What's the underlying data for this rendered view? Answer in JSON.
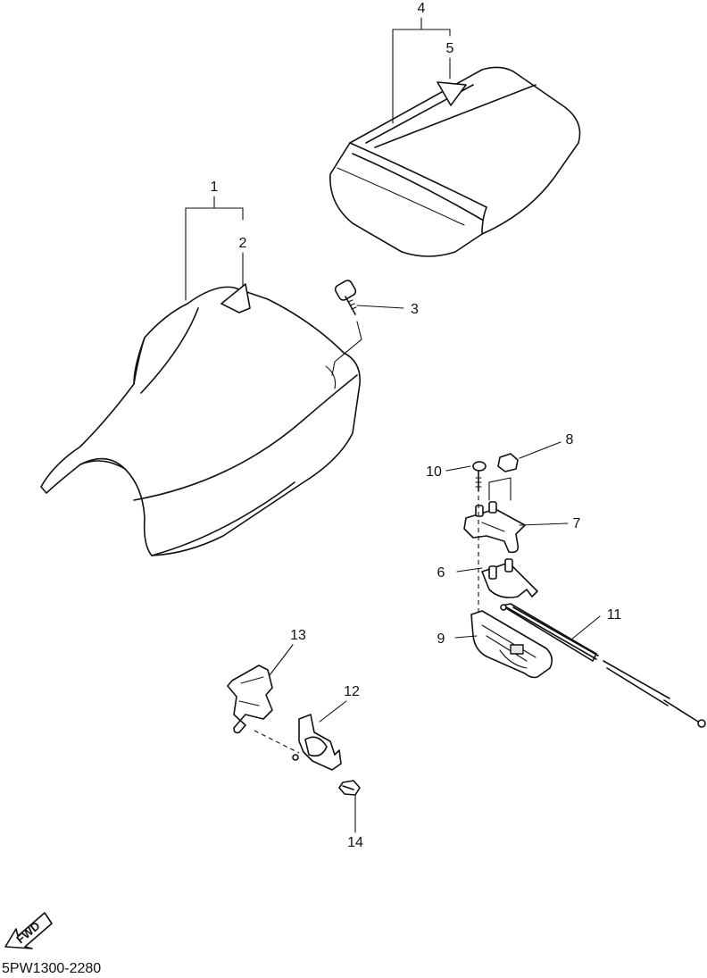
{
  "callouts": {
    "c1": "1",
    "c2": "2",
    "c3": "3",
    "c4": "4",
    "c5": "5",
    "c6": "6",
    "c7": "7",
    "c8": "8",
    "c9": "9",
    "c10": "10",
    "c11": "11",
    "c12": "12",
    "c13": "13",
    "c14": "14"
  },
  "fwd_label": "FWD",
  "diagram_code": "5PW1300-2280"
}
